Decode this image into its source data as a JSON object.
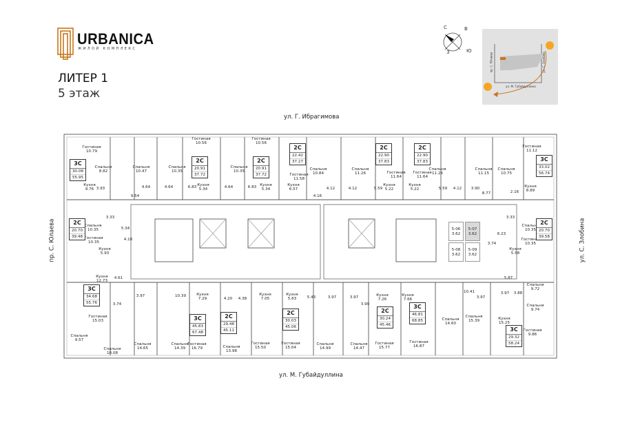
{
  "brand": {
    "name": "URBANICA",
    "subtitle": "ЖИЛОЙ КОМПЛЕКС",
    "accent": "#c8761a"
  },
  "header": {
    "liter": "ЛИТЕР 1",
    "floor": "5 этаж"
  },
  "compass": {
    "n": "С",
    "e": "В",
    "s": "Ю",
    "w": "З"
  },
  "minimap": {
    "left_street": "пр. С. Юлаева",
    "right_street": "ул. С. Злобина",
    "bottom_street": "ул. М. Губайдуллина"
  },
  "streets": {
    "top": "ул. Г. Ибрагимова",
    "bottom": "ул. М. Губайдуллина",
    "left": "пр. С. Юлаева",
    "right": "ул. С. Злобина"
  },
  "apartments": [
    {
      "type": "3С",
      "living": "30.08",
      "total": "55.95"
    },
    {
      "type": "2С",
      "living": "20.91",
      "total": "37.72"
    },
    {
      "type": "2С",
      "living": "20.91",
      "total": "37.72"
    },
    {
      "type": "2С",
      "living": "22.42",
      "total": "37.27"
    },
    {
      "type": "2С",
      "living": "22.90",
      "total": "37.83"
    },
    {
      "type": "2С",
      "living": "22.90",
      "total": "37.83"
    },
    {
      "type": "3С",
      "living": "33.02",
      "total": "56.74"
    },
    {
      "type": "2С",
      "living": "20.70",
      "total": "39.48"
    },
    {
      "type": "2С",
      "living": "20.70",
      "total": "39.58"
    },
    {
      "type": "3С",
      "living": "34.68",
      "total": "55.76"
    },
    {
      "type": "3С",
      "living": "45.83",
      "total": "67.48"
    },
    {
      "type": "2С",
      "living": "29.48",
      "total": "45.11"
    },
    {
      "type": "2С",
      "living": "30.03",
      "total": "45.06"
    },
    {
      "type": "2С",
      "living": "30.24",
      "total": "45.46"
    },
    {
      "type": "3С",
      "living": "46.81",
      "total": "68.85"
    },
    {
      "type": "3С",
      "living": "29.32",
      "total": "58.24"
    }
  ],
  "storage": [
    {
      "id": "5-06",
      "area": "3.62",
      "selected": false
    },
    {
      "id": "5-07",
      "area": "3.62",
      "selected": true
    },
    {
      "id": "5-08",
      "area": "3.62",
      "selected": false
    },
    {
      "id": "5-09",
      "area": "3.62",
      "selected": false
    }
  ],
  "rooms": [
    {
      "name": "Гостиная",
      "area": "10.79"
    },
    {
      "name": "Спальня",
      "area": "8.82"
    },
    {
      "name": "Спальня",
      "area": "10.47"
    },
    {
      "name": "Спальня",
      "area": "10.35"
    },
    {
      "name": "Гостиная",
      "area": "10.56"
    },
    {
      "name": "Кухня",
      "area": "9.76"
    },
    {
      "name": "",
      "area": "3.93"
    },
    {
      "name": "",
      "area": "4.64"
    },
    {
      "name": "",
      "area": "4.64"
    },
    {
      "name": "",
      "area": "9.54"
    },
    {
      "name": "",
      "area": "6.83"
    },
    {
      "name": "Кухня",
      "area": "5.34"
    },
    {
      "name": "",
      "area": "4.64"
    },
    {
      "name": "Спальня",
      "area": "10.35"
    },
    {
      "name": "Гостиная",
      "area": "10.56"
    },
    {
      "name": "",
      "area": "6.83"
    },
    {
      "name": "Кухня",
      "area": "5.34"
    },
    {
      "name": "Гостиная",
      "area": "11.58"
    },
    {
      "name": "Кухня",
      "area": "6.57"
    },
    {
      "name": "",
      "area": "4.16"
    },
    {
      "name": "Спальня",
      "area": "10.84"
    },
    {
      "name": "Спальня",
      "area": "11.26"
    },
    {
      "name": "",
      "area": "4.12"
    },
    {
      "name": "",
      "area": "4.12"
    },
    {
      "name": "Гостиная",
      "area": "11.64"
    },
    {
      "name": "Гостиная",
      "area": "11.64"
    },
    {
      "name": "",
      "area": "5.59"
    },
    {
      "name": "Кухня",
      "area": "5.22"
    },
    {
      "name": "Кухня",
      "area": "5.22"
    },
    {
      "name": "",
      "area": "5.59"
    },
    {
      "name": "Спальня",
      "area": "11.26"
    },
    {
      "name": "",
      "area": "4.12"
    },
    {
      "name": "",
      "area": "3.90"
    },
    {
      "name": "",
      "area": "8.77"
    },
    {
      "name": "Спальня",
      "area": "11.15"
    },
    {
      "name": "Спальня",
      "area": "10.75"
    },
    {
      "name": "Гостиная",
      "area": "11.12"
    },
    {
      "name": "Кухня",
      "area": "8.89"
    },
    {
      "name": "",
      "area": "2.16"
    },
    {
      "name": "",
      "area": "3.33"
    },
    {
      "name": "Спальня",
      "area": "10.35"
    },
    {
      "name": "",
      "area": "5.34"
    },
    {
      "name": "Гостиная",
      "area": "10.35"
    },
    {
      "name": "",
      "area": "4.18"
    },
    {
      "name": "Кухня",
      "area": "5.93"
    },
    {
      "name": "Кухня",
      "area": "12.73"
    },
    {
      "name": "",
      "area": "4.61"
    },
    {
      "name": "",
      "area": "3.33"
    },
    {
      "name": "",
      "area": "6.23"
    },
    {
      "name": "",
      "area": "3.74"
    },
    {
      "name": "Кухня",
      "area": "5.58"
    },
    {
      "name": "Спальня",
      "area": "10.35"
    },
    {
      "name": "Гостиная",
      "area": "10.35"
    },
    {
      "name": "",
      "area": "5.87"
    },
    {
      "name": "",
      "area": "3.74"
    },
    {
      "name": "Гостиная",
      "area": "15.03"
    },
    {
      "name": "Спальня",
      "area": "9.57"
    },
    {
      "name": "Спальня",
      "area": "10.08"
    },
    {
      "name": "",
      "area": "3.97"
    },
    {
      "name": "",
      "area": "10.39"
    },
    {
      "name": "Кухня",
      "area": "7.29"
    },
    {
      "name": "Спальня",
      "area": "14.65"
    },
    {
      "name": "Спальня",
      "area": "14.39"
    },
    {
      "name": "Гостиная",
      "area": "16.79"
    },
    {
      "name": "",
      "area": "4.20"
    },
    {
      "name": "",
      "area": "4.38"
    },
    {
      "name": "Спальня",
      "area": "13.98"
    },
    {
      "name": "Кухня",
      "area": "7.05"
    },
    {
      "name": "Гостиная",
      "area": "15.50"
    },
    {
      "name": "Кухня",
      "area": "5.63"
    },
    {
      "name": "Гостиная",
      "area": "15.04"
    },
    {
      "name": "",
      "area": "5.43"
    },
    {
      "name": "",
      "area": "3.97"
    },
    {
      "name": "",
      "area": "3.97"
    },
    {
      "name": "",
      "area": "3.99"
    },
    {
      "name": "Спальня",
      "area": "14.99"
    },
    {
      "name": "Спальня",
      "area": "14.47"
    },
    {
      "name": "Кухня",
      "area": "7.26"
    },
    {
      "name": "Гостиная",
      "area": "15.77"
    },
    {
      "name": "Кухня",
      "area": "7.66"
    },
    {
      "name": "Гостиная",
      "area": "16.87"
    },
    {
      "name": "",
      "area": "10.41"
    },
    {
      "name": "",
      "area": "3.97"
    },
    {
      "name": "Спальня",
      "area": "14.60"
    },
    {
      "name": "Спальня",
      "area": "15.39"
    },
    {
      "name": "",
      "area": "3.97"
    },
    {
      "name": "",
      "area": "3.88"
    },
    {
      "name": "Кухня",
      "area": "15.25"
    },
    {
      "name": "Спальня",
      "area": "9.72"
    },
    {
      "name": "Спальня",
      "area": "9.74"
    },
    {
      "name": "Гостиная",
      "area": "9.86"
    }
  ]
}
